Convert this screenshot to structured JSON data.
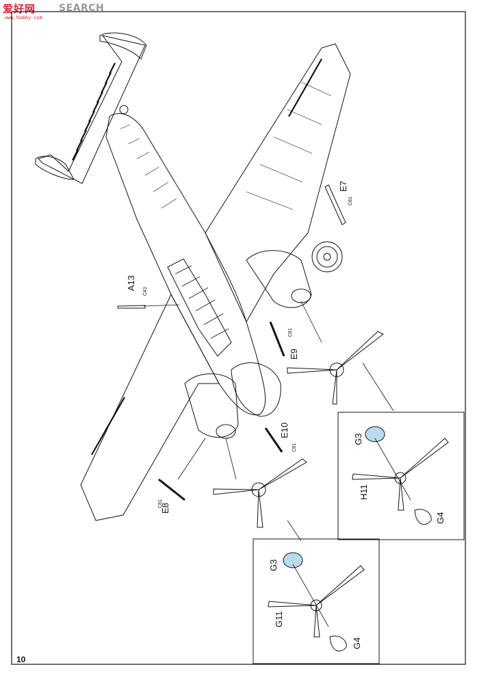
{
  "watermark": {
    "logo": "爱好网",
    "sub": "www.hobby.com",
    "text": "SEARCH"
  },
  "page_number": "10",
  "parts": {
    "a13": {
      "label": "A13",
      "tag": "C43"
    },
    "e7": {
      "label": "E7",
      "tag": "C81"
    },
    "e8": {
      "label": "E8",
      "tag": "C81"
    },
    "e9": {
      "label": "E9",
      "tag": "C81"
    },
    "e10": {
      "label": "E10",
      "tag": "C81"
    }
  },
  "inset_right": {
    "spinner": "G3",
    "prop": "H11",
    "backplate": "G4"
  },
  "inset_bottom": {
    "spinner": "G3",
    "prop": "G11",
    "backplate": "G4"
  },
  "colors": {
    "spinner_highlight": "#b9dced",
    "line": "#111111"
  }
}
